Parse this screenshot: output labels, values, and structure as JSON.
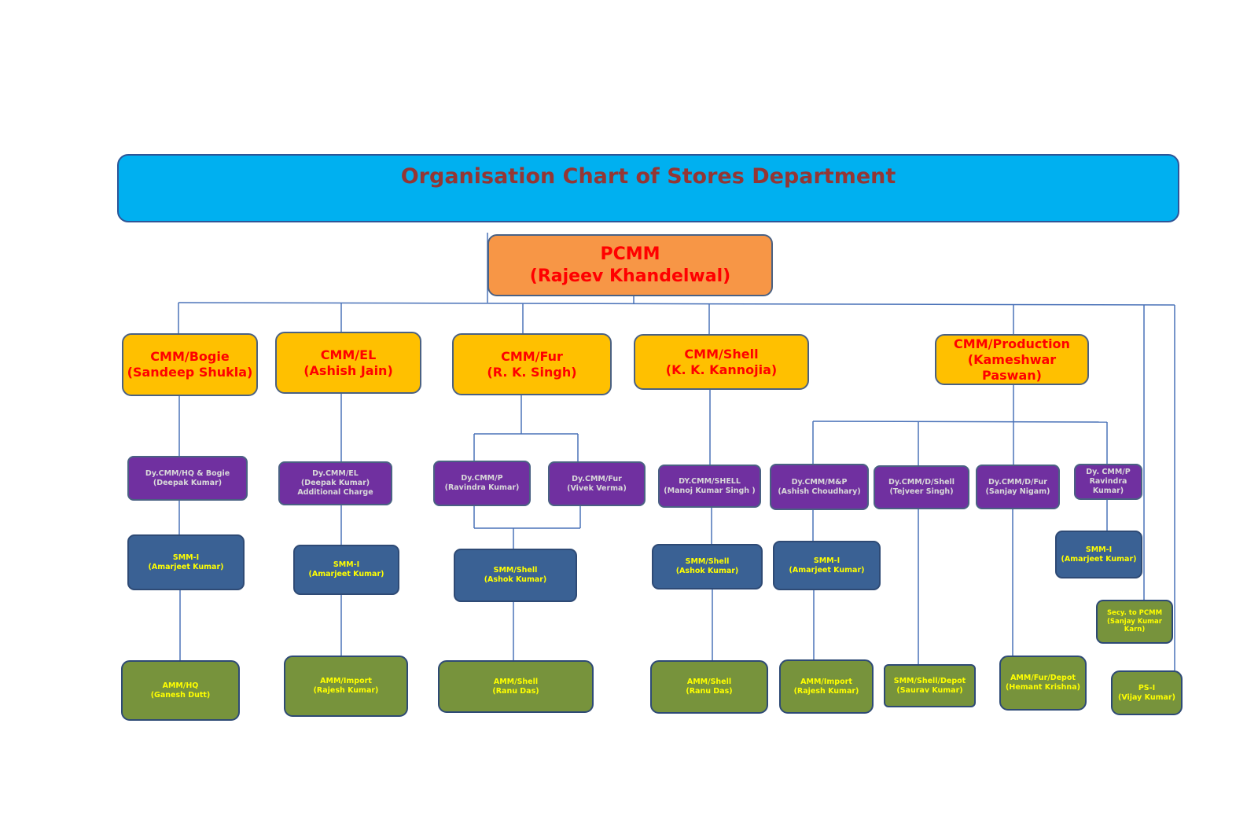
{
  "title": "Organisation Chart of Stores Department",
  "pcmm": {
    "role": "PCMM",
    "name": "(Rajeev Khandelwal)"
  },
  "cmm": [
    {
      "role": "CMM/Bogie",
      "name": "(Sandeep Shukla)"
    },
    {
      "role": "CMM/EL",
      "name": "(Ashish Jain)"
    },
    {
      "role": "CMM/Fur",
      "name": "(R. K. Singh)"
    },
    {
      "role": "CMM/Shell",
      "name": "(K. K. Kannojia)"
    },
    {
      "role": "CMM/Production",
      "name": "(Kameshwar Paswan)"
    }
  ],
  "dy": [
    {
      "l1": "Dy.CMM/HQ & Bogie",
      "l2": "(Deepak Kumar)",
      "l3": ""
    },
    {
      "l1": "Dy.CMM/EL",
      "l2": "(Deepak Kumar)",
      "l3": "Additional Charge"
    },
    {
      "l1": "Dy.CMM/P",
      "l2": "(Ravindra Kumar)",
      "l3": ""
    },
    {
      "l1": "Dy.CMM/Fur",
      "l2": "(Vivek Verma)",
      "l3": ""
    },
    {
      "l1": "DY.CMM/SHELL",
      "l2": "(Manoj Kumar Singh )",
      "l3": ""
    },
    {
      "l1": "Dy.CMM/M&P",
      "l2": "(Ashish Choudhary)",
      "l3": ""
    },
    {
      "l1": "Dy.CMM/D/Shell",
      "l2": "(Tejveer Singh)",
      "l3": ""
    },
    {
      "l1": "Dy.CMM/D/Fur",
      "l2": "(Sanjay Nigam)",
      "l3": ""
    },
    {
      "l1": "Dy. CMM/P",
      "l2": "Ravindra",
      "l3": "Kumar)"
    }
  ],
  "smm": [
    {
      "l1": "SMM-I",
      "l2": "(Amarjeet Kumar)"
    },
    {
      "l1": "SMM-I",
      "l2": "(Amarjeet Kumar)"
    },
    {
      "l1": "SMM/Shell",
      "l2": "(Ashok Kumar)"
    },
    {
      "l1": "SMM/Shell",
      "l2": "(Ashok Kumar)"
    },
    {
      "l1": "SMM-I",
      "l2": "(Amarjeet Kumar)"
    },
    {
      "l1": "SMM-I",
      "l2": "(Amarjeet Kumar)"
    }
  ],
  "secy": {
    "l1": "Secy. to PCMM",
    "l2": "(Sanjay Kumar",
    "l3": "Karn)"
  },
  "amm": [
    {
      "l1": "AMM/HQ",
      "l2": "(Ganesh Dutt)"
    },
    {
      "l1": "AMM/Import",
      "l2": "(Rajesh Kumar)"
    },
    {
      "l1": "AMM/Shell",
      "l2": "(Ranu Das)"
    },
    {
      "l1": "AMM/Shell",
      "l2": "(Ranu Das)"
    },
    {
      "l1": "AMM/Import",
      "l2": "(Rajesh Kumar)"
    },
    {
      "l1": "SMM/Shell/Depot",
      "l2": "(Saurav Kumar)"
    },
    {
      "l1": "AMM/Fur/Depot",
      "l2": "(Hemant Krishna)"
    },
    {
      "l1": "PS-I",
      "l2": "(Vijay Kumar)"
    }
  ]
}
